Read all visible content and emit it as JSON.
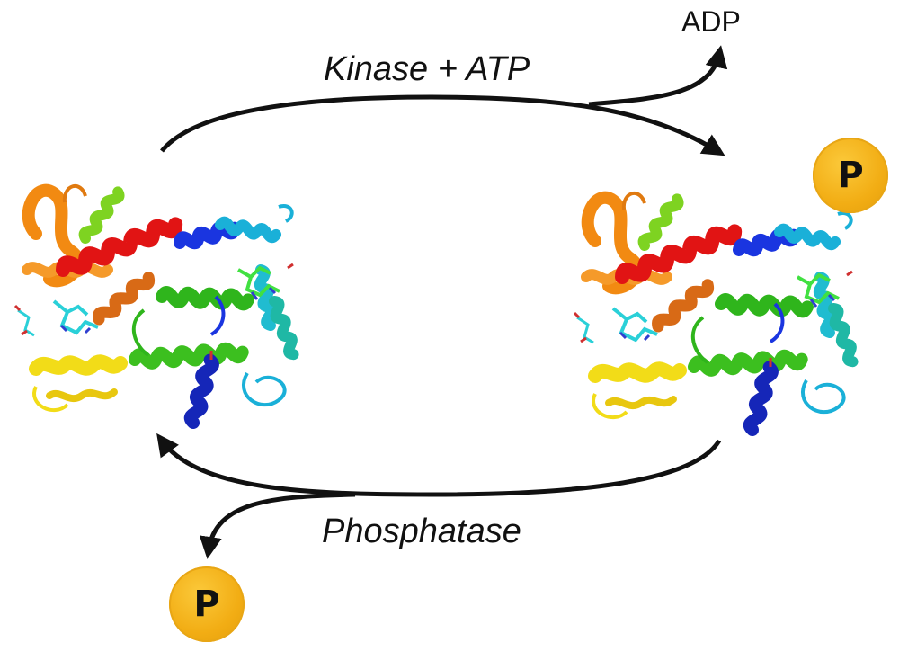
{
  "labels": {
    "kinase": "Kinase + ATP",
    "adp": "ADP",
    "phosphatase": "Phosphatase",
    "phosphate": "P"
  },
  "colors": {
    "arrow": "#111111",
    "phosphate_badge": "#f2ad14",
    "helix_red": "#e11414",
    "helix_orange": "#f28a12",
    "helix_yellow": "#f2dc18",
    "helix_lime": "#7ed321",
    "helix_green": "#2fb51c",
    "helix_cyan": "#1ab0d8",
    "helix_teal": "#1fb8a5",
    "helix_blue": "#1a2fd6",
    "ligand_cyan": "#2ad0d8",
    "ligand_green": "#41e041"
  },
  "icons": {
    "protein_left": "protein-ribbon-structure",
    "protein_right": "phosphorylated-protein-ribbon-structure",
    "phosphate": "phosphate-group-badge"
  }
}
